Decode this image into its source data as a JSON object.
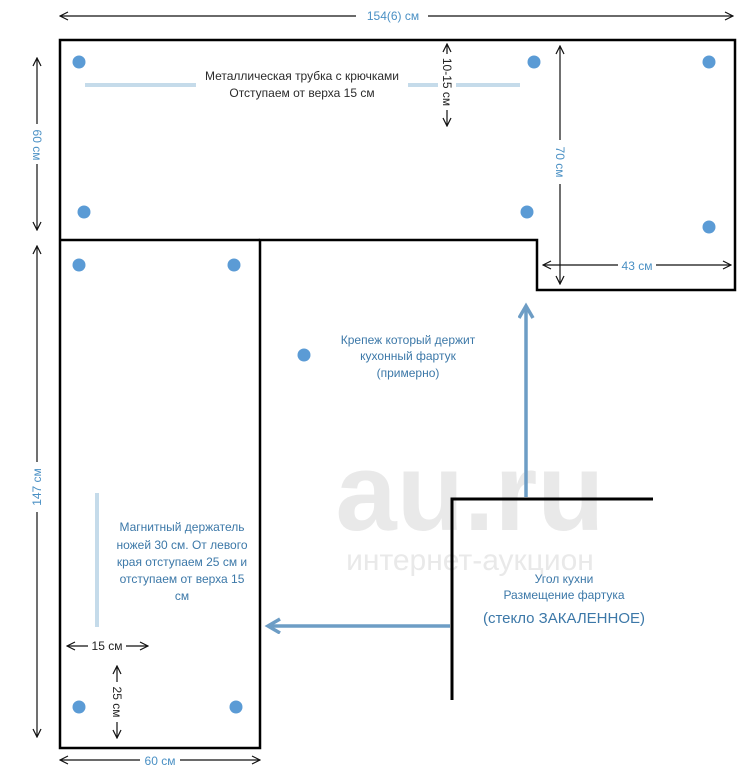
{
  "dimensions": {
    "top_width": "154(6) см",
    "left_top_height": "60 см",
    "right_block_height": "70 см",
    "right_block_width": "43 см",
    "left_column_height": "147 см",
    "bottom_width": "60 см",
    "tube_offset": "10-15 см",
    "knife_left_offset": "15 см",
    "knife_bottom_offset": "25 см"
  },
  "notes": {
    "tube_line1": "Металлическая трубка с крючками",
    "tube_line2": "Отступаем от верха 15 см",
    "mount_line1": "Крепеж который держит",
    "mount_line2": "кухонный фартук",
    "mount_line3": "(примерно)",
    "knife_line1": "Магнитный держатель",
    "knife_line2": "ножей 30 см. От левого",
    "knife_line3": "края отступаем 25 см и",
    "knife_line4": "отступаем от верха 15",
    "knife_line5": "см",
    "corner_line1": "Угол кухни",
    "corner_line2": "Размещение фартука",
    "corner_line3": "(стекло ЗАКАЛЕННОЕ)"
  },
  "watermark": {
    "line1": "au.ru",
    "line2": "интернет-аукцион"
  },
  "colors": {
    "outline": "#000000",
    "dot": "#5b9bd5",
    "arrow": "#6d9dc5",
    "bar": "#c5dbea",
    "dim_text": "#4a90c4"
  }
}
